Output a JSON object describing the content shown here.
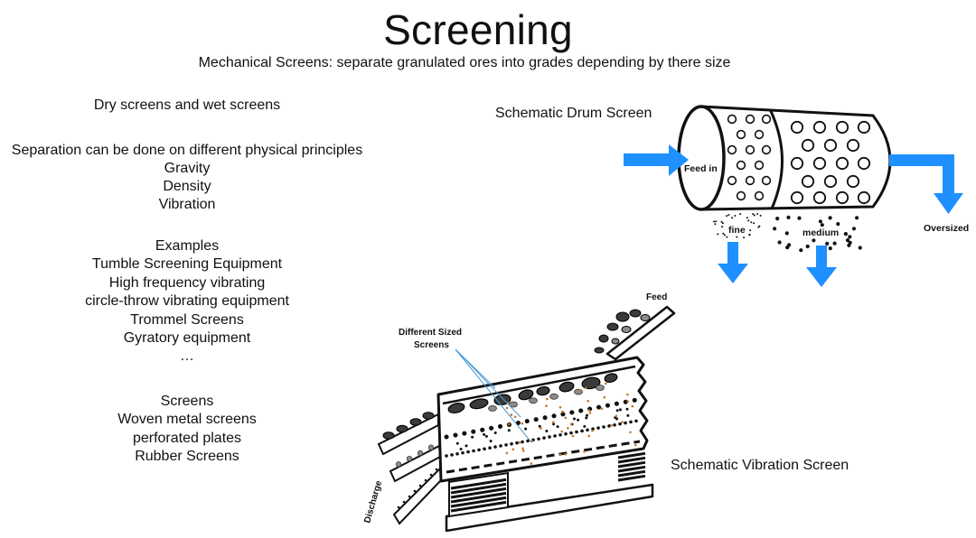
{
  "slide": {
    "title": "Screening",
    "subtitle": "Mechanical Screens: separate granulated ores into grades depending by there size"
  },
  "left_panel": {
    "types": "Dry screens and wet screens",
    "principles": {
      "heading": "Separation can be done on different physical principles",
      "items": [
        "Gravity",
        "Density",
        "Vibration"
      ]
    },
    "examples": {
      "heading": "Examples",
      "items": [
        "Tumble Screening Equipment",
        "High frequency vibrating",
        "circle-throw vibrating equipment",
        "Trommel Screens",
        "Gyratory equipment",
        "…"
      ]
    },
    "screens": {
      "heading": "Screens",
      "items": [
        "Woven metal screens",
        "perforated plates",
        "Rubber Screens"
      ]
    }
  },
  "drum_screen": {
    "caption": "Schematic Drum Screen",
    "feed_label": "Feed in",
    "fine_label": "fine",
    "medium_label": "medium",
    "oversized_label": "Oversized"
  },
  "vibration_screen": {
    "caption": "Schematic Vibration Screen",
    "feed_label": "Feed",
    "screens_label": [
      "Different Sized",
      "Screens"
    ],
    "discharge_label": "Discharge"
  },
  "colors": {
    "arrow": "#1e90ff",
    "callout": "#4a9ad4",
    "ink": "#111111",
    "rock": "#3a3a3a",
    "gravel": "#8c8c8c",
    "fine_particles": "#c27a2c"
  }
}
